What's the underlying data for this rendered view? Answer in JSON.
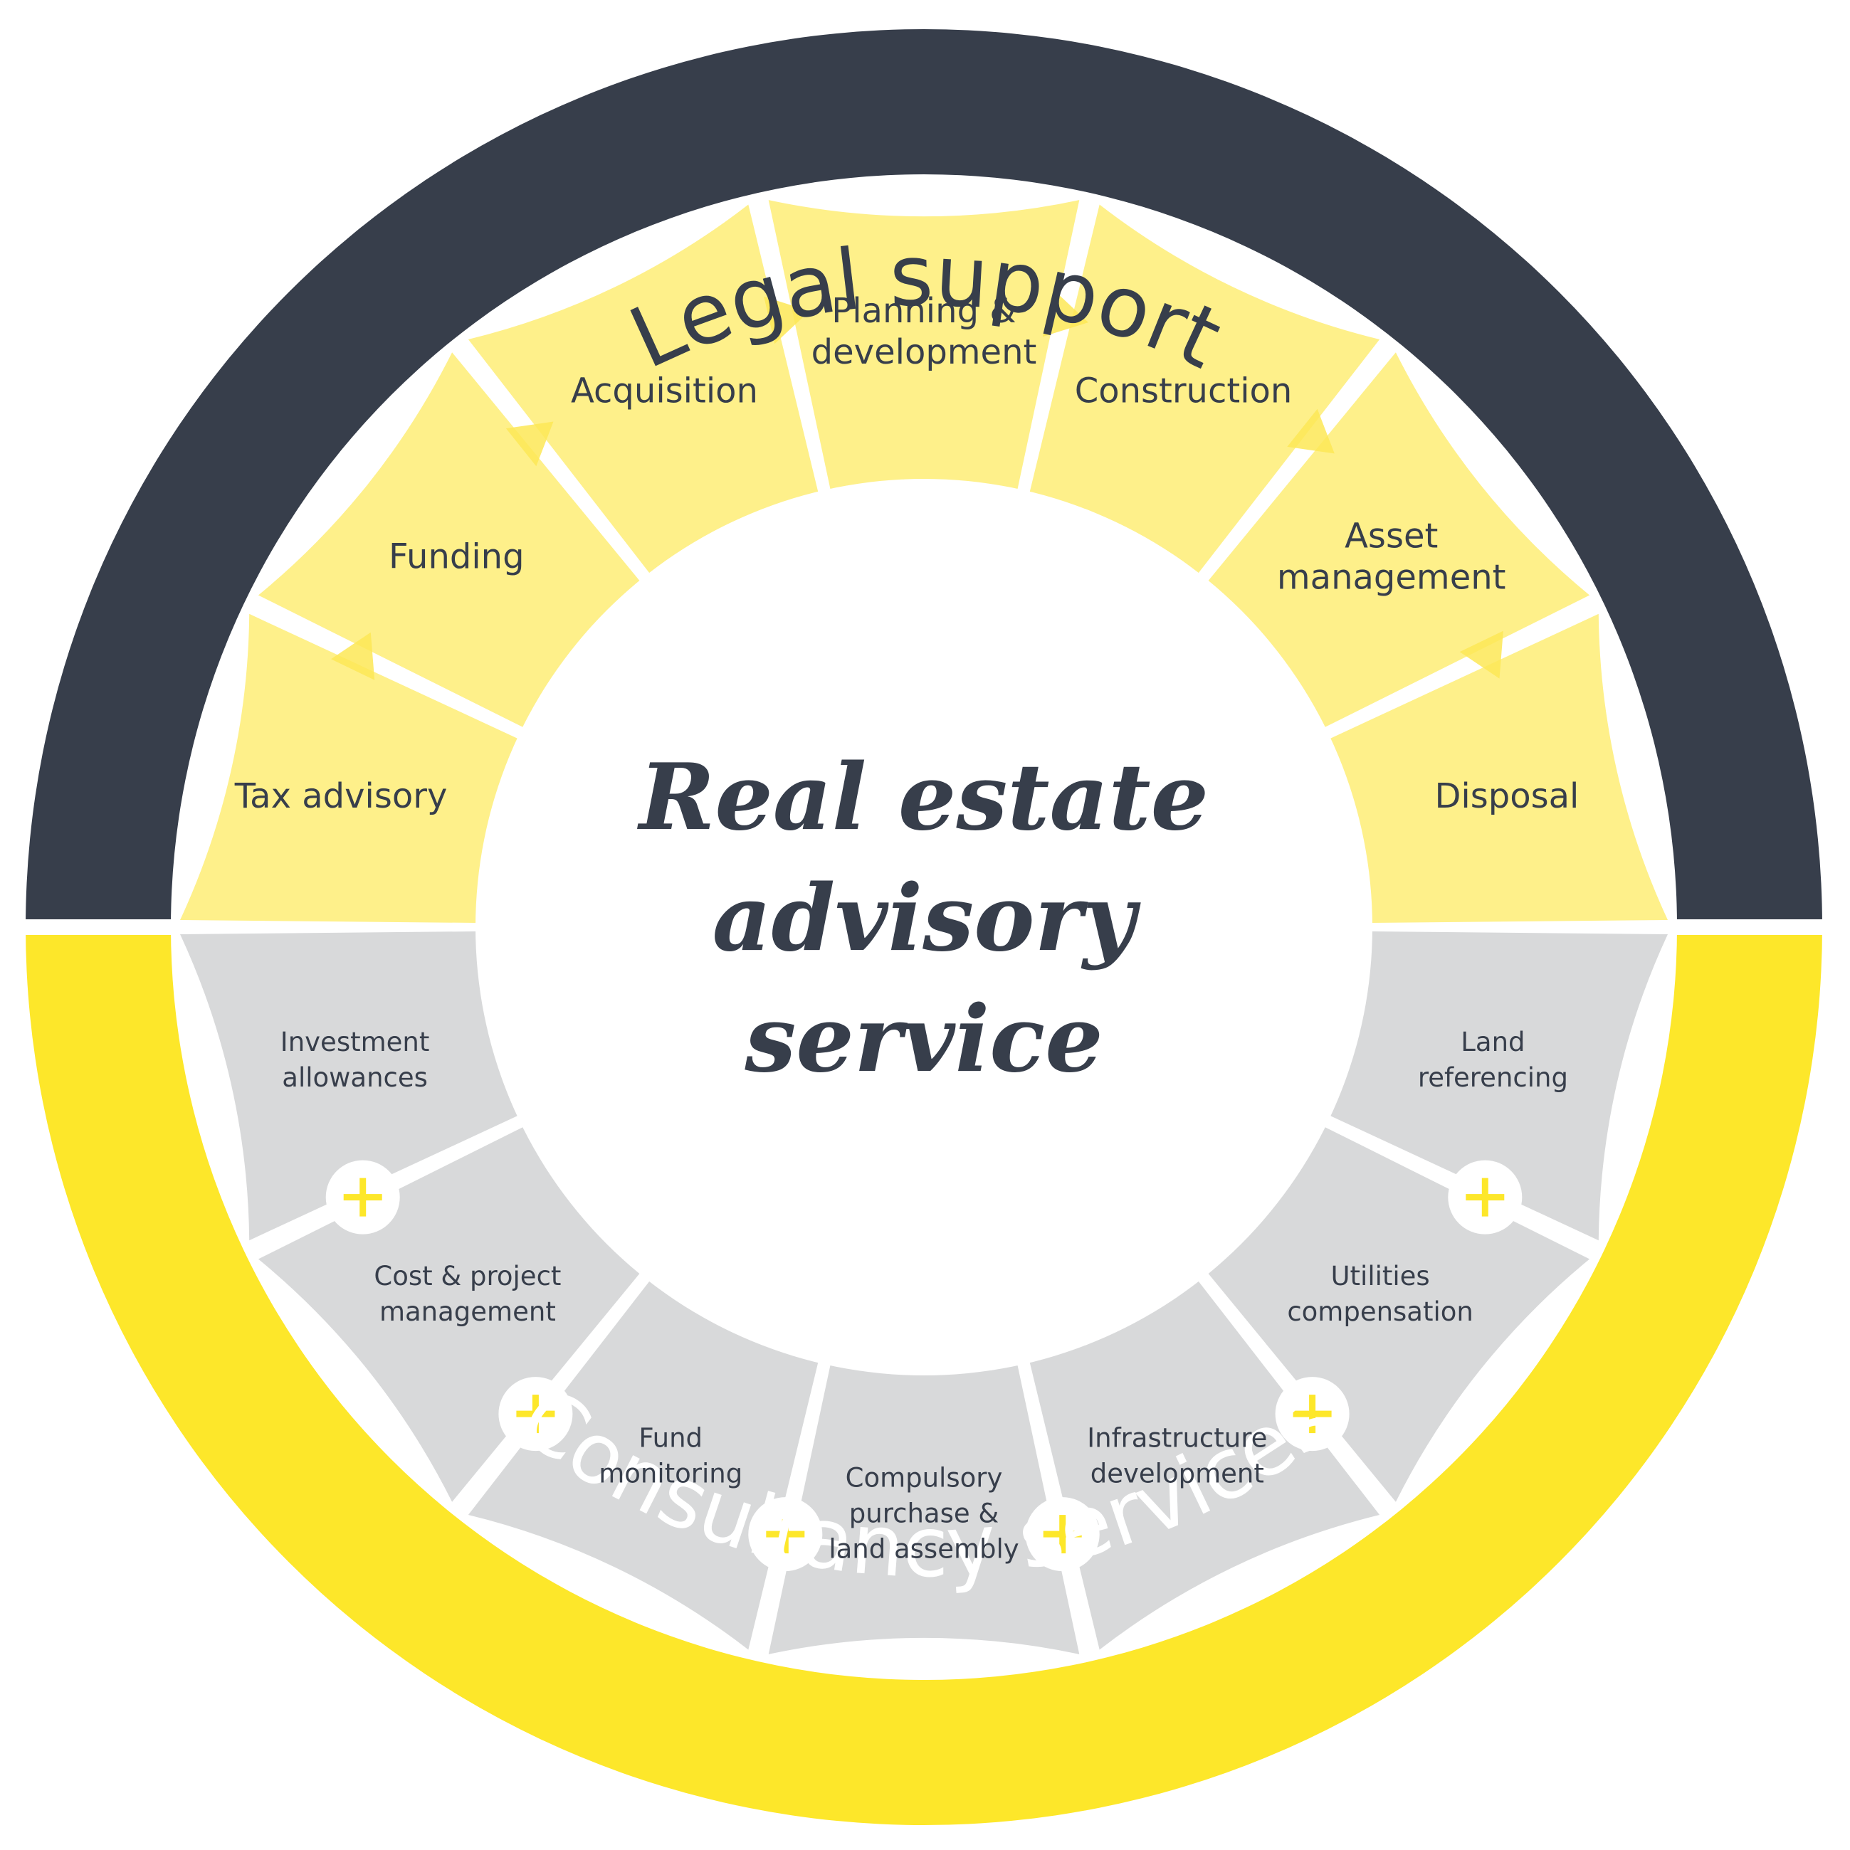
{
  "colors": {
    "outer_top": "#fde72a",
    "outer_bottom": "#373e4b",
    "segment_top": "#fef08a",
    "segment_bottom": "#d8d9da",
    "arrow_top": "#fde856",
    "text_dark": "#373e4b",
    "text_light": "#ffffff",
    "plus_color": "#fde72a",
    "background": "#ffffff"
  },
  "diagram": {
    "outer_top_label": "Legal support",
    "outer_bottom_label": "Consultancy services",
    "center_title": [
      "Real estate",
      "advisory",
      "service"
    ],
    "top_segments": [
      {
        "lines": [
          "Tax advisory"
        ]
      },
      {
        "lines": [
          "Funding"
        ]
      },
      {
        "lines": [
          "Acquisition"
        ]
      },
      {
        "lines": [
          "Planning &",
          "development"
        ]
      },
      {
        "lines": [
          "Construction"
        ]
      },
      {
        "lines": [
          "Asset",
          "management"
        ]
      },
      {
        "lines": [
          "Disposal"
        ]
      }
    ],
    "bottom_segments": [
      {
        "lines": [
          "Investment",
          "allowances"
        ]
      },
      {
        "lines": [
          "Cost & project",
          "management"
        ]
      },
      {
        "lines": [
          "Fund",
          "monitoring"
        ]
      },
      {
        "lines": [
          "Compulsory",
          "purchase &",
          "land assembly"
        ]
      },
      {
        "lines": [
          "Infrastructure",
          "development"
        ]
      },
      {
        "lines": [
          "Utilities",
          "compensation"
        ]
      },
      {
        "lines": [
          "Land",
          "referencing"
        ]
      }
    ],
    "connector_icon": "plus-icon",
    "flow_icon": "chevron-arrow-icon"
  }
}
